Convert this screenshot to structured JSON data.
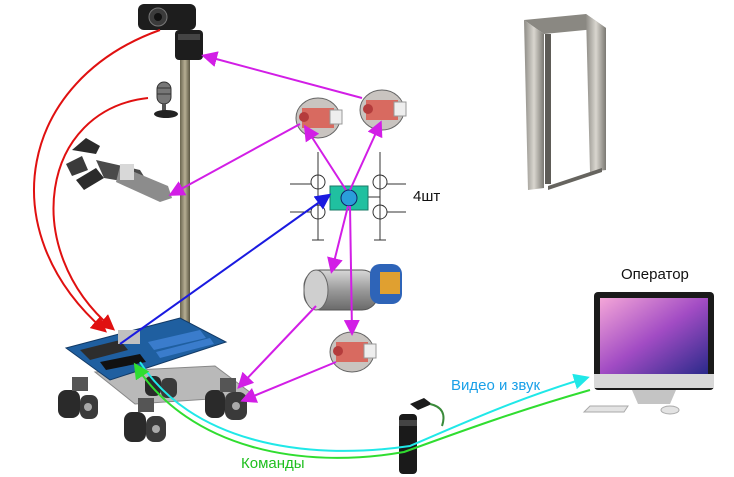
{
  "labels": {
    "count": "4шт",
    "operator": "Оператор",
    "video_audio": "Видео и звук",
    "commands": "Команды"
  },
  "colors": {
    "red_links": "#e01010",
    "magenta_links": "#d21ee6",
    "blue_link": "#1a1ae0",
    "cyan_link": "#20e8e8",
    "green_link": "#30dd30",
    "video_label": "#1aa0e8",
    "commands_label": "#1fbf1f",
    "board": "#1f5fa0",
    "motor_driver": "#20c0a0"
  },
  "icons": [
    "webcam-icon",
    "microphone-icon",
    "robot-arm-icon",
    "servo-motor-icon",
    "h-bridge-schematic-icon",
    "dc-motor-icon",
    "motherboard-icon",
    "wheeled-platform-icon",
    "metal-detector-gate-icon",
    "monitor-icon",
    "usb-modem-icon"
  ]
}
